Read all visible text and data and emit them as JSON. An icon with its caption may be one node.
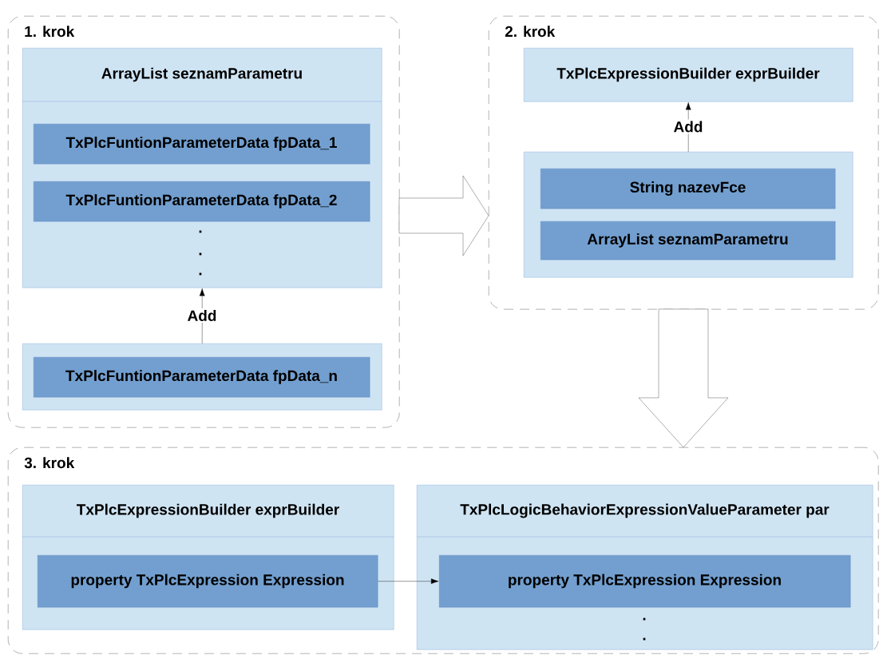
{
  "diagram": {
    "nodes": [
      {
        "text": [
          "1. krok"
        ]
      },
      {
        "text": [
          "ArrayList seznamParametru",
          ".",
          ".",
          "."
        ],
        "in": 0
      },
      {
        "text": [
          "TxPlcFuntionParameterData fpData_1"
        ],
        "in": 1
      },
      {
        "text": [
          "TxPlcFuntionParameterData fpData_2"
        ],
        "in": 1
      },
      {
        "text": [],
        "shape": "box",
        "in": 0
      },
      {
        "text": [
          "TxPlcFuntionParameterData fpData_n"
        ],
        "in": 4
      },
      {
        "text": [
          "2. krok"
        ]
      },
      {
        "text": [
          "TxPlcExpressionBuilder exprBuilder"
        ],
        "in": 6
      },
      {
        "text": [],
        "shape": "box",
        "in": 6
      },
      {
        "text": [
          "String nazevFce"
        ],
        "in": 8
      },
      {
        "text": [
          "ArrayList seznamParametru"
        ],
        "in": 8
      },
      {
        "text": [
          "3. krok"
        ]
      },
      {
        "text": [
          "TxPlcExpressionBuilder exprBuilder"
        ],
        "in": 11
      },
      {
        "text": [
          "property TxPlcExpression Expression"
        ],
        "in": 12
      },
      {
        "text": [
          "TxPlcLogicBehaviorExpressionValueParameter par",
          ".",
          "."
        ],
        "in": 11
      },
      {
        "text": [
          "property TxPlcExpression Expression"
        ],
        "in": 14
      }
    ],
    "edges": [
      {
        "from": 4,
        "to": 1,
        "arrow": "to",
        "label": "Add"
      },
      {
        "from": 8,
        "to": 7,
        "arrow": "to",
        "label": "Add"
      },
      {
        "from": 13,
        "to": 15,
        "arrow": "to"
      },
      {
        "from": 0,
        "to": 6,
        "arrow": "to",
        "style": "thick"
      },
      {
        "from": 6,
        "to": 11,
        "arrow": "to",
        "style": "thick"
      }
    ]
  }
}
